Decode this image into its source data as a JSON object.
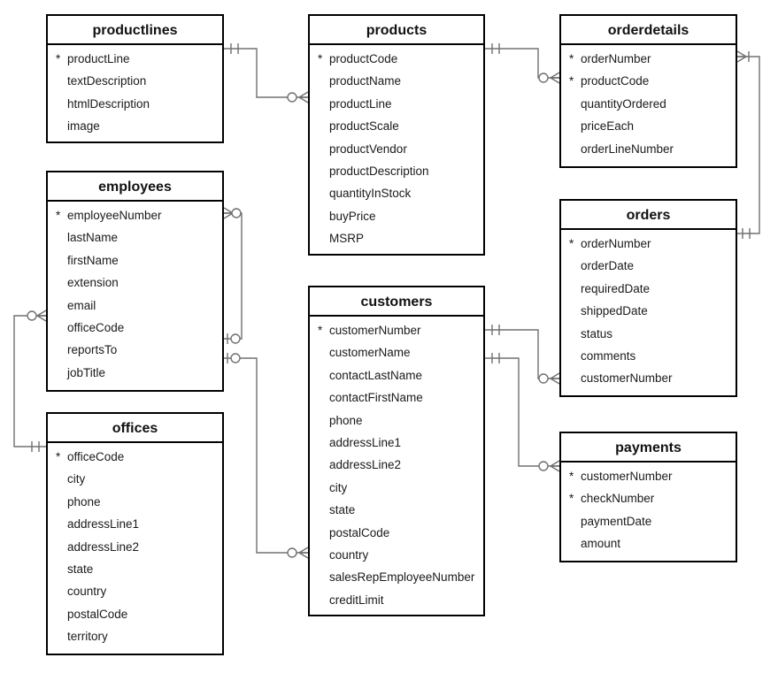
{
  "entities": [
    {
      "id": "productlines",
      "title": "productlines",
      "fields": [
        {
          "name": "productLine",
          "pk": true
        },
        {
          "name": "textDescription",
          "pk": false
        },
        {
          "name": "htmlDescription",
          "pk": false
        },
        {
          "name": "image",
          "pk": false
        }
      ]
    },
    {
      "id": "products",
      "title": "products",
      "fields": [
        {
          "name": "productCode",
          "pk": true
        },
        {
          "name": "productName",
          "pk": false
        },
        {
          "name": "productLine",
          "pk": false
        },
        {
          "name": "productScale",
          "pk": false
        },
        {
          "name": "productVendor",
          "pk": false
        },
        {
          "name": "productDescription",
          "pk": false
        },
        {
          "name": "quantityInStock",
          "pk": false
        },
        {
          "name": "buyPrice",
          "pk": false
        },
        {
          "name": "MSRP",
          "pk": false
        }
      ]
    },
    {
      "id": "orderdetails",
      "title": "orderdetails",
      "fields": [
        {
          "name": "orderNumber",
          "pk": true
        },
        {
          "name": "productCode",
          "pk": true
        },
        {
          "name": "quantityOrdered",
          "pk": false
        },
        {
          "name": "priceEach",
          "pk": false
        },
        {
          "name": "orderLineNumber",
          "pk": false
        }
      ]
    },
    {
      "id": "employees",
      "title": "employees",
      "fields": [
        {
          "name": "employeeNumber",
          "pk": true
        },
        {
          "name": "lastName",
          "pk": false
        },
        {
          "name": "firstName",
          "pk": false
        },
        {
          "name": "extension",
          "pk": false
        },
        {
          "name": "email",
          "pk": false
        },
        {
          "name": "officeCode",
          "pk": false
        },
        {
          "name": "reportsTo",
          "pk": false
        },
        {
          "name": "jobTitle",
          "pk": false
        }
      ]
    },
    {
      "id": "orders",
      "title": "orders",
      "fields": [
        {
          "name": "orderNumber",
          "pk": true
        },
        {
          "name": "orderDate",
          "pk": false
        },
        {
          "name": "requiredDate",
          "pk": false
        },
        {
          "name": "shippedDate",
          "pk": false
        },
        {
          "name": "status",
          "pk": false
        },
        {
          "name": "comments",
          "pk": false
        },
        {
          "name": "customerNumber",
          "pk": false
        }
      ]
    },
    {
      "id": "customers",
      "title": "customers",
      "fields": [
        {
          "name": "customerNumber",
          "pk": true
        },
        {
          "name": "customerName",
          "pk": false
        },
        {
          "name": "contactLastName",
          "pk": false
        },
        {
          "name": "contactFirstName",
          "pk": false
        },
        {
          "name": "phone",
          "pk": false
        },
        {
          "name": "addressLine1",
          "pk": false
        },
        {
          "name": "addressLine2",
          "pk": false
        },
        {
          "name": "city",
          "pk": false
        },
        {
          "name": "state",
          "pk": false
        },
        {
          "name": "postalCode",
          "pk": false
        },
        {
          "name": "country",
          "pk": false
        },
        {
          "name": "salesRepEmployeeNumber",
          "pk": false
        },
        {
          "name": "creditLimit",
          "pk": false
        }
      ]
    },
    {
      "id": "offices",
      "title": "offices",
      "fields": [
        {
          "name": "officeCode",
          "pk": true
        },
        {
          "name": "city",
          "pk": false
        },
        {
          "name": "phone",
          "pk": false
        },
        {
          "name": "addressLine1",
          "pk": false
        },
        {
          "name": "addressLine2",
          "pk": false
        },
        {
          "name": "state",
          "pk": false
        },
        {
          "name": "country",
          "pk": false
        },
        {
          "name": "postalCode",
          "pk": false
        },
        {
          "name": "territory",
          "pk": false
        }
      ]
    },
    {
      "id": "payments",
      "title": "payments",
      "fields": [
        {
          "name": "customerNumber",
          "pk": true
        },
        {
          "name": "checkNumber",
          "pk": true
        },
        {
          "name": "paymentDate",
          "pk": false
        },
        {
          "name": "amount",
          "pk": false
        }
      ]
    }
  ],
  "relationships": [
    {
      "from": "productlines",
      "to": "products",
      "from_end": "one",
      "to_end": "zero-or-many"
    },
    {
      "from": "products",
      "to": "orderdetails",
      "from_end": "one",
      "to_end": "zero-or-many"
    },
    {
      "from": "orders",
      "to": "orderdetails",
      "from_end": "one",
      "to_end": "one-or-many"
    },
    {
      "from": "employees",
      "to": "employees",
      "from_end": "zero-or-many",
      "to_end": "zero-or-one"
    },
    {
      "from": "offices",
      "to": "employees",
      "from_end": "one",
      "to_end": "zero-or-many"
    },
    {
      "from": "employees",
      "to": "customers",
      "from_end": "zero-or-one",
      "to_end": "zero-or-many"
    },
    {
      "from": "customers",
      "to": "orders",
      "from_end": "one",
      "to_end": "zero-or-many"
    },
    {
      "from": "customers",
      "to": "payments",
      "from_end": "one",
      "to_end": "zero-or-many"
    }
  ],
  "colors": {
    "entity_border": "#000000",
    "entity_text": "#1a1a1a",
    "connector": "#707070",
    "background": "#ffffff"
  }
}
